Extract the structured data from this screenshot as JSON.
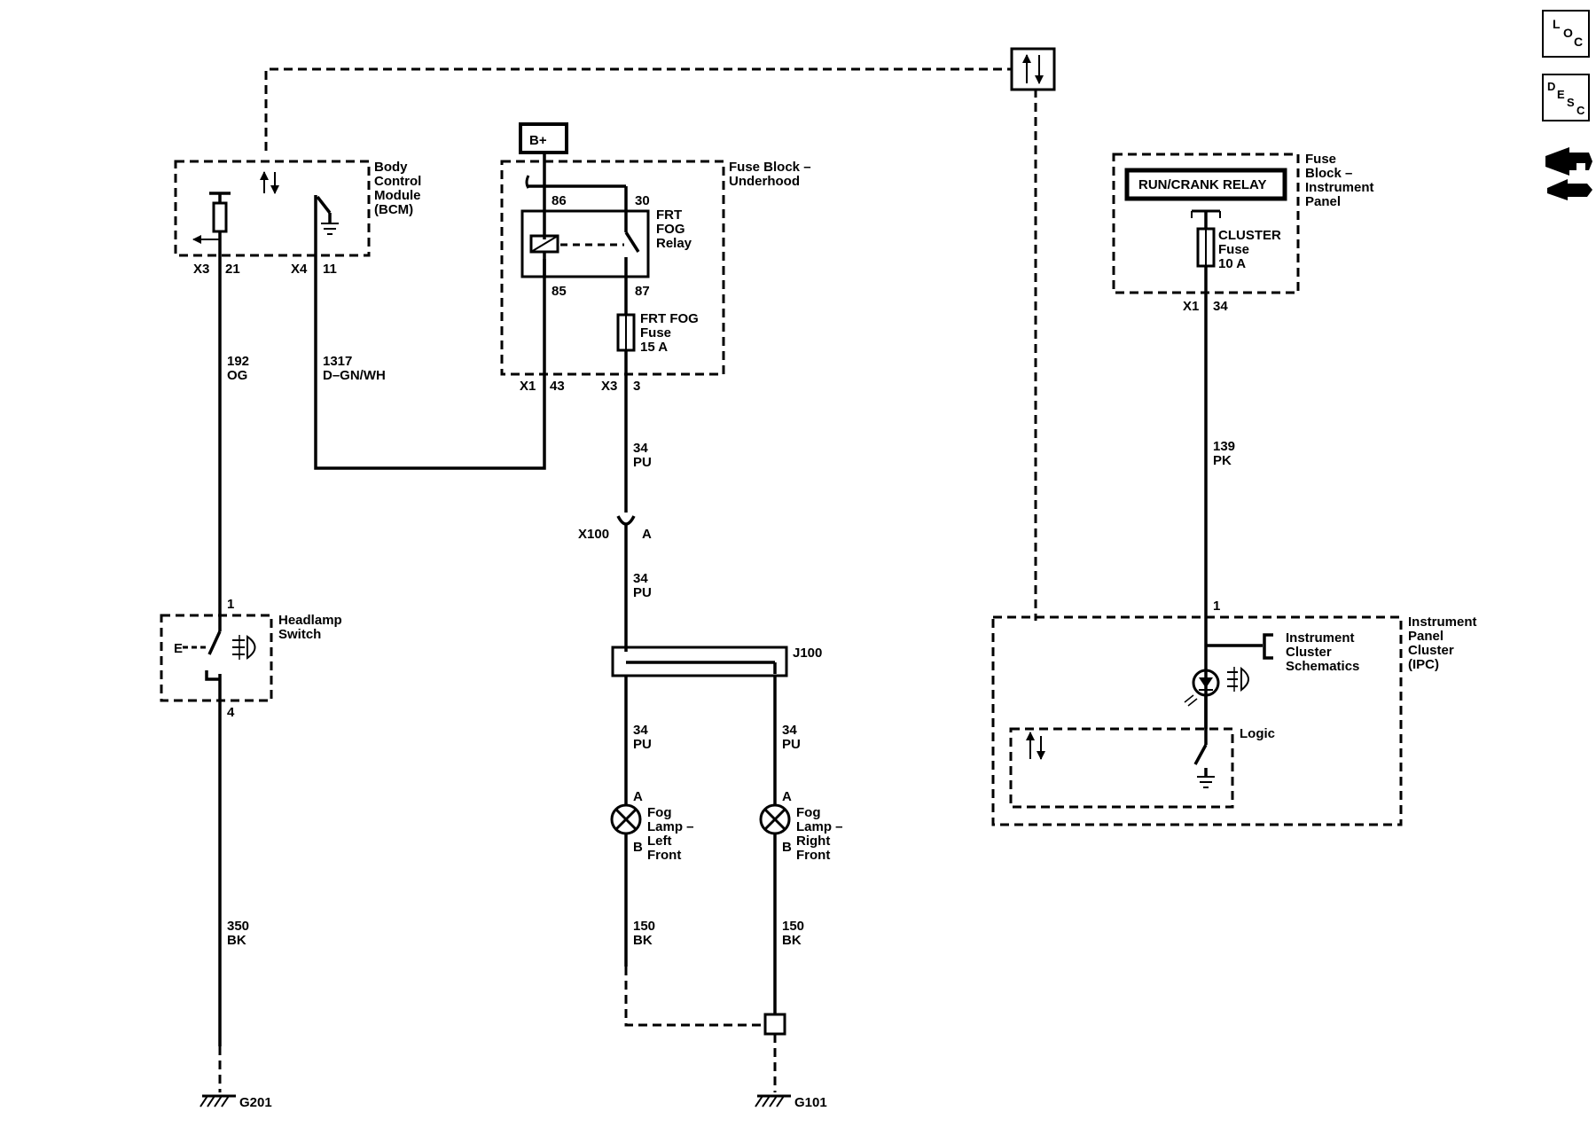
{
  "nav_icons": [
    {
      "name": "location-icon",
      "letters": [
        "L",
        "O",
        "C"
      ]
    },
    {
      "name": "description-icon",
      "letters": [
        "D",
        "E",
        "S",
        "C"
      ]
    },
    {
      "name": "connector-view-icon"
    }
  ],
  "components": {
    "bcm": {
      "lines": [
        "Body",
        "Control",
        "Module",
        "(BCM)"
      ],
      "pins": {
        "x3": "X3",
        "p21": "21",
        "x4": "X4",
        "p11": "11"
      }
    },
    "fuse_block_uh": {
      "lines": [
        "Fuse Block –",
        "Underhood"
      ],
      "battery": "B+",
      "pins": {
        "p86": "86",
        "p30": "30",
        "p85": "85",
        "p87": "87",
        "x1": "X1",
        "p43": "43",
        "x3": "X3",
        "p3": "3"
      }
    },
    "relay": {
      "lines": [
        "FRT",
        "FOG",
        "Relay"
      ]
    },
    "fog_fuse": {
      "lines": [
        "FRT FOG",
        "Fuse",
        "15 A"
      ]
    },
    "fuse_block_ip": {
      "lines": [
        "Fuse",
        "Block –",
        "Instrument",
        "Panel"
      ],
      "relay_label": "RUN/CRANK RELAY",
      "pins": {
        "x1": "X1",
        "p34": "34"
      }
    },
    "cluster_fuse": {
      "lines": [
        "CLUSTER",
        "Fuse",
        "10 A"
      ]
    },
    "headlamp_switch": {
      "lines": [
        "Headlamp",
        "Switch"
      ],
      "pins": {
        "p1": "1",
        "p4": "4"
      },
      "letter": "E"
    },
    "connector_x100": {
      "name": "X100",
      "pin": "A"
    },
    "splice_j100": {
      "name": "J100"
    },
    "fog_lamp_left": {
      "lines": [
        "Fog",
        "Lamp –",
        "Left",
        "Front"
      ],
      "pin_a": "A",
      "pin_b": "B"
    },
    "fog_lamp_right": {
      "lines": [
        "Fog",
        "Lamp –",
        "Right",
        "Front"
      ],
      "pin_a": "A",
      "pin_b": "B"
    },
    "ipc": {
      "lines": [
        "Instrument",
        "Panel",
        "Cluster",
        "(IPC)"
      ],
      "pin": "1"
    },
    "cluster_ref": {
      "lines": [
        "Instrument",
        "Cluster",
        "Schematics"
      ]
    },
    "logic": {
      "label": "Logic"
    },
    "grounds": {
      "g201": "G201",
      "g101": "G101"
    }
  },
  "wires": {
    "w192": {
      "circuit": "192",
      "color": "OG"
    },
    "w1317": {
      "circuit": "1317",
      "color": "D–GN/WH"
    },
    "w34_a": {
      "circuit": "34",
      "color": "PU"
    },
    "w34_b": {
      "circuit": "34",
      "color": "PU"
    },
    "w34_c": {
      "circuit": "34",
      "color": "PU"
    },
    "w34_d": {
      "circuit": "34",
      "color": "PU"
    },
    "w139": {
      "circuit": "139",
      "color": "PK"
    },
    "w350": {
      "circuit": "350",
      "color": "BK"
    },
    "w150_l": {
      "circuit": "150",
      "color": "BK"
    },
    "w150_r": {
      "circuit": "150",
      "color": "BK"
    }
  }
}
